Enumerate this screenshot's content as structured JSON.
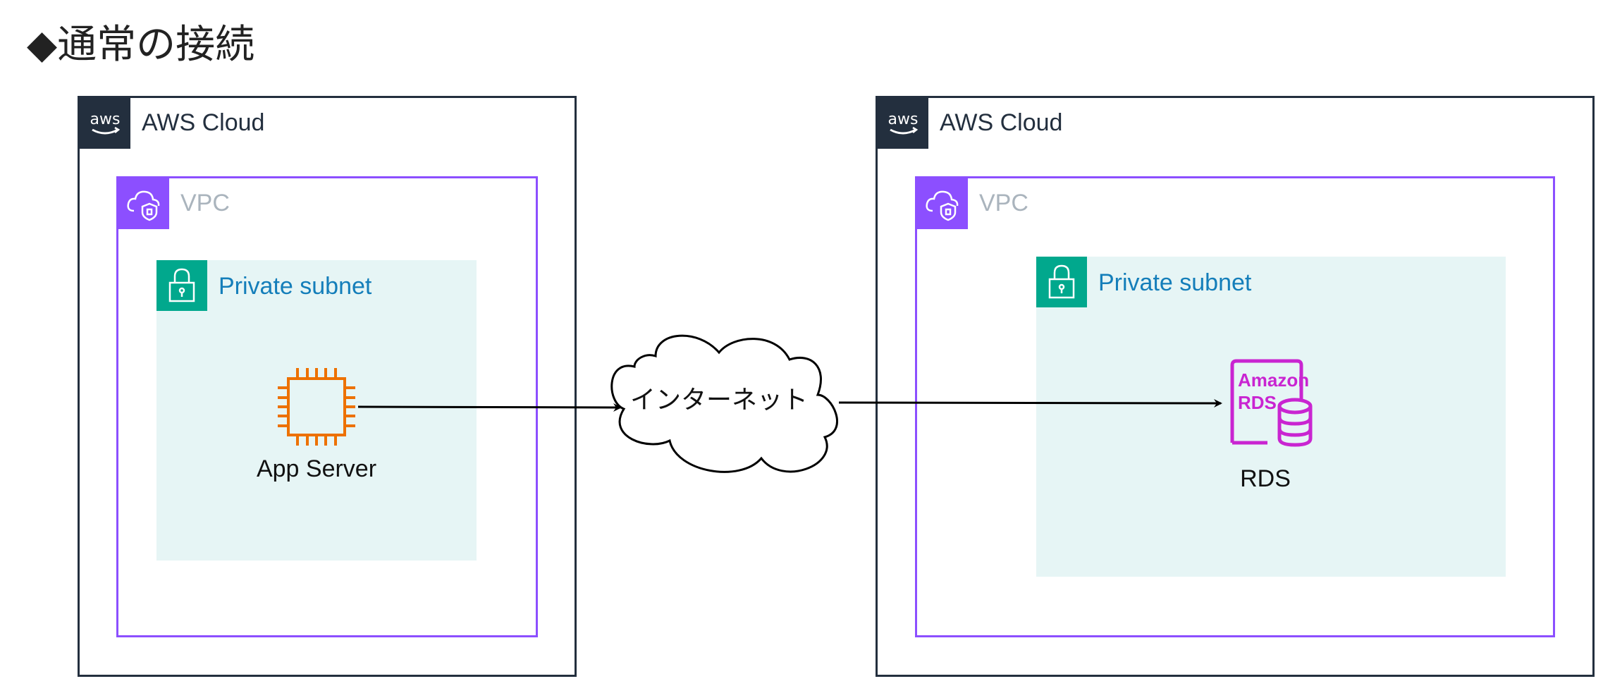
{
  "title": "◆通常の接続",
  "left": {
    "cloud_label": "AWS Cloud",
    "vpc_label": "VPC",
    "subnet_label": "Private subnet",
    "node_label": "App Server",
    "node_icon": "ec2-instance-icon"
  },
  "right": {
    "cloud_label": "AWS Cloud",
    "vpc_label": "VPC",
    "subnet_label": "Private subnet",
    "node_label": "RDS",
    "node_icon": "amazon-rds-icon",
    "icon_text_line1": "Amazon",
    "icon_text_line2": "RDS"
  },
  "internet": {
    "label": "インターネット"
  },
  "colors": {
    "aws_dark": "#232f3e",
    "vpc_purple": "#8c4fff",
    "subnet_teal": "#01a88d",
    "subnet_fill": "#e6f5f5",
    "ec2_orange": "#ed7100",
    "rds_magenta": "#c925d1"
  }
}
